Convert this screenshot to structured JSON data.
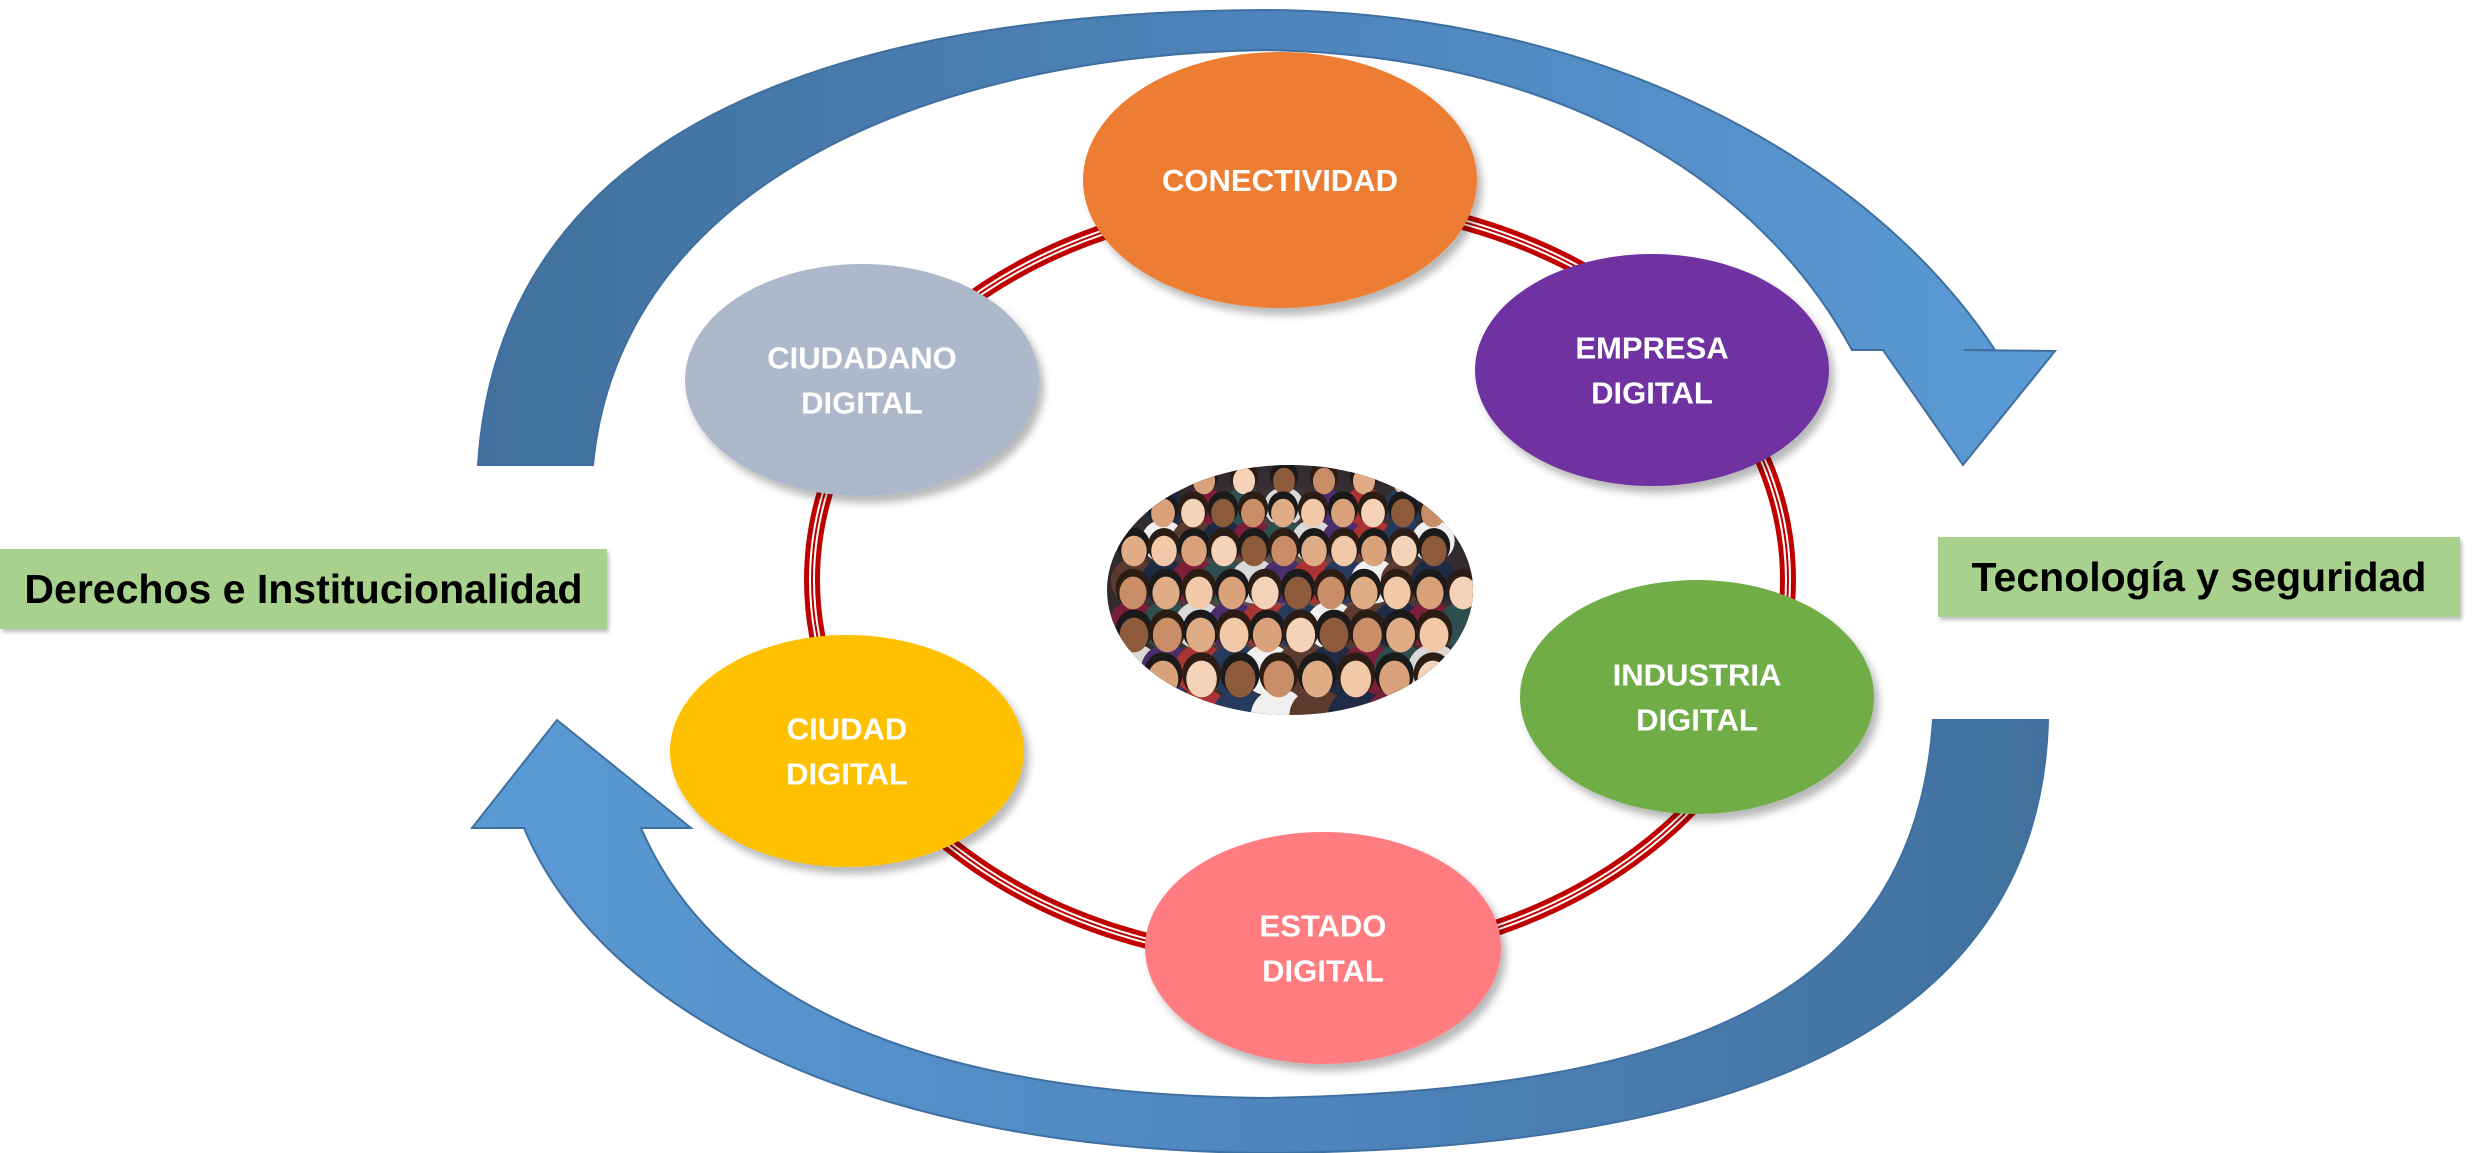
{
  "side_labels": {
    "left": "Derechos e Institucionalidad",
    "right": "Tecnología y seguridad"
  },
  "nodes": [
    {
      "id": "conectividad",
      "lines": [
        "CONECTIVIDAD"
      ],
      "color": "#ed7d31"
    },
    {
      "id": "empresa-digital",
      "lines": [
        "EMPRESA",
        "DIGITAL"
      ],
      "color": "#7030a0"
    },
    {
      "id": "industria-digital",
      "lines": [
        "INDUSTRIA",
        "DIGITAL"
      ],
      "color": "#70ad47"
    },
    {
      "id": "estado-digital",
      "lines": [
        "ESTADO",
        "DIGITAL"
      ],
      "color": "#ff7c80"
    },
    {
      "id": "ciudad-digital",
      "lines": [
        "CIUDAD",
        "DIGITAL"
      ],
      "color": "#ffc000"
    },
    {
      "id": "ciudadano-digital",
      "lines": [
        "CIUDADANO",
        "DIGITAL"
      ],
      "color": "#adb9ca"
    }
  ],
  "ring_color": "#c00000",
  "arrow_colors": {
    "light": "#5b9bd5",
    "dark": "#41719c"
  },
  "label_color": "#a9d18e",
  "center_image": "crowd-photo"
}
